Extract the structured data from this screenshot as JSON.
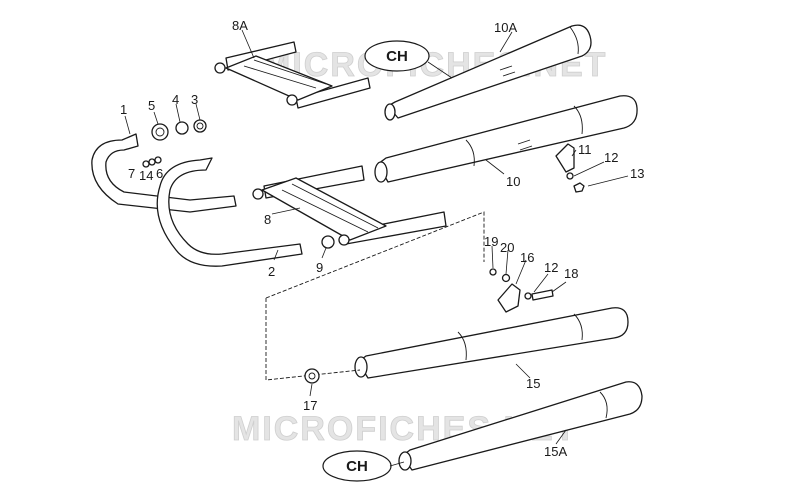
{
  "watermark": "MICROFICHES.NET",
  "ch_badges": [
    "CH",
    "CH"
  ],
  "part_labels": {
    "p1": "1",
    "p2": "2",
    "p3": "3",
    "p4": "4",
    "p5": "5",
    "p6": "6",
    "p7": "7",
    "p8": "8",
    "p8a": "8A",
    "p9": "9",
    "p10": "10",
    "p10a": "10A",
    "p11": "11",
    "p12a": "12",
    "p12b": "12",
    "p13": "13",
    "p14": "14",
    "p15": "15",
    "p15a": "15A",
    "p16": "16",
    "p17": "17",
    "p18": "18",
    "p19": "19",
    "p20": "20"
  }
}
